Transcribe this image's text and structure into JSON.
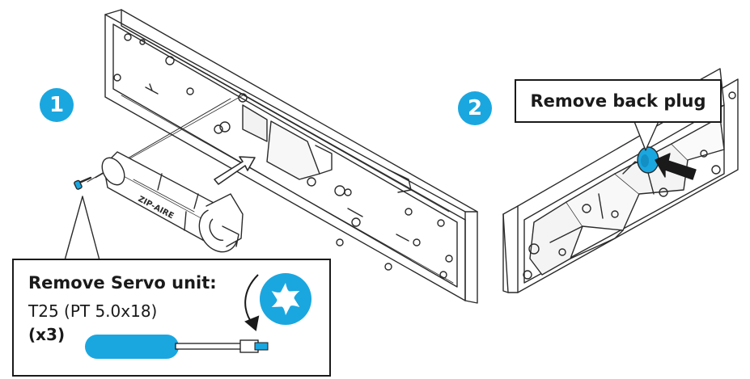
{
  "colors": {
    "accent": "#1aa7e0",
    "line": "#2a2a2a",
    "part_fill": "#ffffff",
    "shade": "#e9e9e9"
  },
  "steps": [
    {
      "number": "1",
      "icon": "step-number-1-icon"
    },
    {
      "number": "2",
      "icon": "step-number-2-icon"
    }
  ],
  "callouts": {
    "servo": {
      "title": "Remove Servo unit:",
      "spec": "T25 (PT 5.0x18)",
      "quantity": "(x3)",
      "tool_icon": "torx-screwdriver-icon",
      "bit_icon": "torx-bit-icon",
      "rotation_icon": "counter-clockwise-arrow-icon"
    },
    "plug": {
      "label": "Remove back plug",
      "arrow_icon": "pointer-arrow-icon"
    }
  },
  "parts": {
    "servo_logo": "ZIP-AIRE"
  }
}
